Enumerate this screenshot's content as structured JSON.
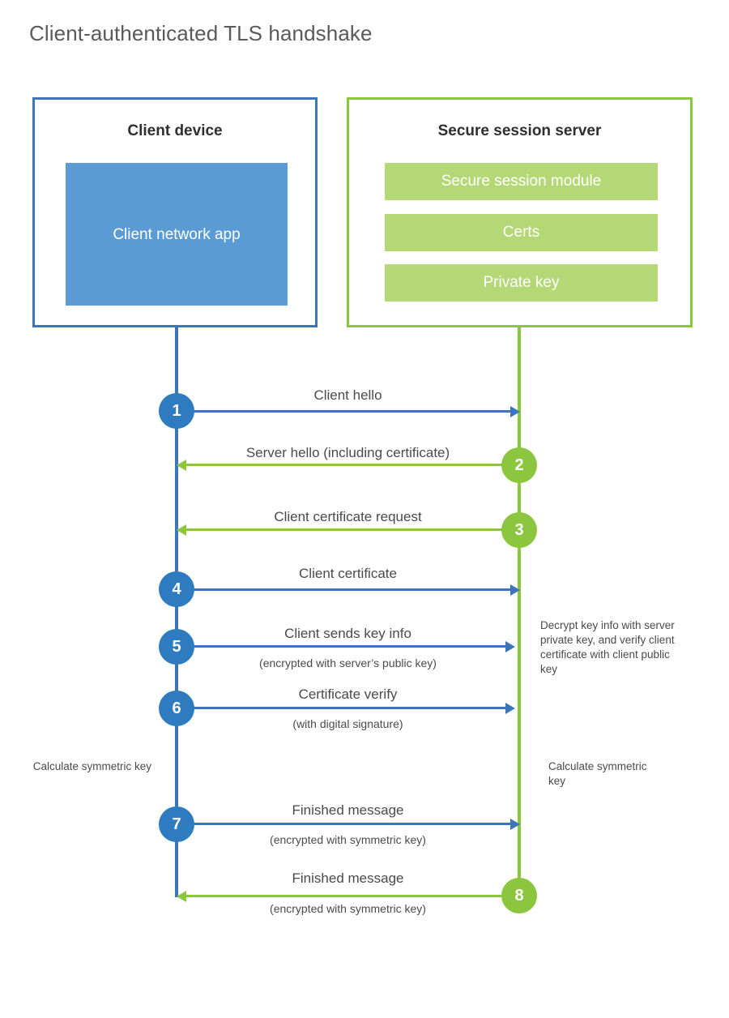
{
  "title": "Client-authenticated TLS handshake",
  "parties": {
    "client": {
      "title": "Client device",
      "app_label": "Client network app"
    },
    "server": {
      "title": "Secure session server",
      "modules": [
        {
          "label": "Secure session module"
        },
        {
          "label": "Certs"
        },
        {
          "label": "Private key"
        }
      ]
    }
  },
  "colors": {
    "client_border": "#3d76b8",
    "client_app_fill": "#5b9bd5",
    "client_badge": "#2e7cbf",
    "server_border": "#8cc63f",
    "server_module_fill": "#b5d877",
    "server_badge": "#8cc63f",
    "title_text": "#5a5a5a",
    "body_text": "#4a4a4a"
  },
  "steps": [
    {
      "number": "1",
      "label": "Client hello",
      "sublabel": "",
      "direction": "client-to-server",
      "badge_side": "client"
    },
    {
      "number": "2",
      "label": "Server hello (including certificate)",
      "sublabel": "",
      "direction": "server-to-client",
      "badge_side": "server"
    },
    {
      "number": "3",
      "label": "Client certificate request",
      "sublabel": "",
      "direction": "server-to-client",
      "badge_side": "server"
    },
    {
      "number": "4",
      "label": "Client certificate",
      "sublabel": "",
      "direction": "client-to-server",
      "badge_side": "client"
    },
    {
      "number": "5",
      "label": "Client sends key info",
      "sublabel": "(encrypted with server’s public key)",
      "direction": "client-to-server",
      "badge_side": "client"
    },
    {
      "number": "6",
      "label": "Certificate verify",
      "sublabel": "(with digital signature)",
      "direction": "client-to-server",
      "badge_side": "client"
    },
    {
      "number": "7",
      "label": "Finished message",
      "sublabel": "(encrypted with symmetric key)",
      "direction": "client-to-server",
      "badge_side": "client"
    },
    {
      "number": "8",
      "label": "Finished message",
      "sublabel": "(encrypted with symmetric key)",
      "direction": "server-to-client",
      "badge_side": "server"
    }
  ],
  "annotations": {
    "server_decrypt": "Decrypt key info with server private key, and verify client certificate with client public key",
    "client_calculate": "Calculate symmetric key",
    "server_calculate": "Calculate symmetric key"
  }
}
